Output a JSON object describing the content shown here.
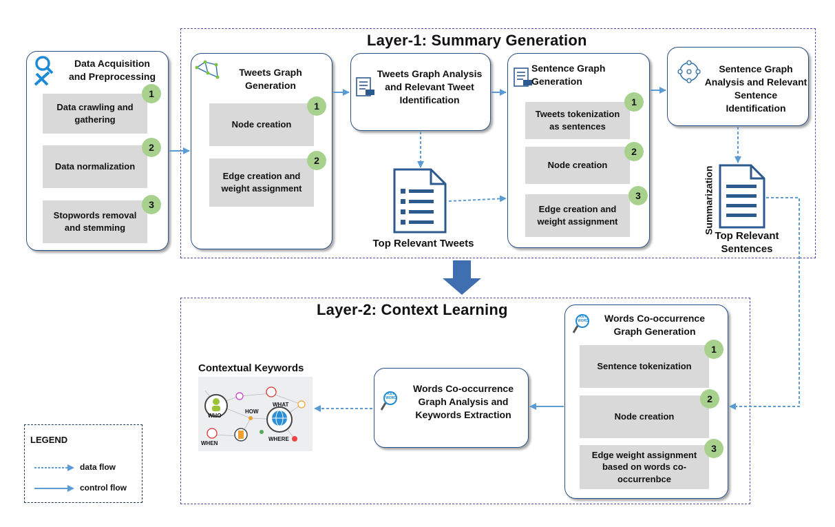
{
  "layer1": {
    "title": "Layer-1: Summary Generation"
  },
  "layer2": {
    "title": "Layer-2: Context Learning"
  },
  "acquisition": {
    "title_line1": "Data Acquisition",
    "title_line2": "and Preprocessing",
    "steps": [
      {
        "num": "1",
        "line1": "Data crawling and",
        "line2": "gathering"
      },
      {
        "num": "2",
        "line1": "Data normalization",
        "line2": ""
      },
      {
        "num": "3",
        "line1": "Stopwords removal",
        "line2": "and stemming"
      }
    ]
  },
  "tweets_graph": {
    "title_line1": "Tweets Graph",
    "title_line2": "Generation",
    "steps": [
      {
        "num": "1",
        "line1": "Node creation",
        "line2": ""
      },
      {
        "num": "2",
        "line1": "Edge creation and",
        "line2": "weight assignment"
      }
    ]
  },
  "tweets_analysis": {
    "line1": "Tweets Graph Analysis",
    "line2": "and Relevant Tweet",
    "line3": "Identification"
  },
  "top_tweets": {
    "label": "Top Relevant Tweets"
  },
  "sentence_graph": {
    "title_line1": "Sentence Graph",
    "title_line2": "Generation",
    "steps": [
      {
        "num": "1",
        "line1": "Tweets tokenization",
        "line2": "as sentences"
      },
      {
        "num": "2",
        "line1": "Node creation",
        "line2": ""
      },
      {
        "num": "3",
        "line1": "Edge creation and",
        "line2": "weight assignment"
      }
    ]
  },
  "sentence_analysis": {
    "line1": "Sentence Graph",
    "line2": "Analysis and Relevant",
    "line3": "Sentence Identification"
  },
  "summarization": {
    "label": "Summarization"
  },
  "top_sentences": {
    "line1": "Top Relevant",
    "line2": "Sentences"
  },
  "cooccurrence": {
    "title_line1": "Words Co-occurrence",
    "title_line2": "Graph Generation",
    "steps": [
      {
        "num": "1",
        "line1": "Sentence tokenization",
        "line2": "",
        "line3": ""
      },
      {
        "num": "2",
        "line1": "Node creation",
        "line2": "",
        "line3": ""
      },
      {
        "num": "3",
        "line1": "Edge weight assignment",
        "line2": "based on words co-",
        "line3": "occurrenbce"
      }
    ]
  },
  "keywords_extraction": {
    "line1": "Words Co-occurrence",
    "line2": "Graph Analysis and",
    "line3": "Keywords Extraction"
  },
  "contextual": {
    "title": "Contextual Keywords",
    "words": {
      "who": "WHO",
      "what": "WHAT",
      "how": "HOW",
      "when": "WHEN",
      "where": "WHERE"
    }
  },
  "icon_text": {
    "key_word": "KEY WORD"
  },
  "legend": {
    "title": "LEGEND",
    "data_flow": "data flow",
    "control_flow": "control flow"
  },
  "colors": {
    "arrow": "#5b9bd5",
    "box_border": "#2a4f86",
    "layer_border": "#5b4aa8",
    "badge": "#a9d18e",
    "step_fill": "#d9d9d9",
    "big_arrow": "#3f6fb0"
  }
}
